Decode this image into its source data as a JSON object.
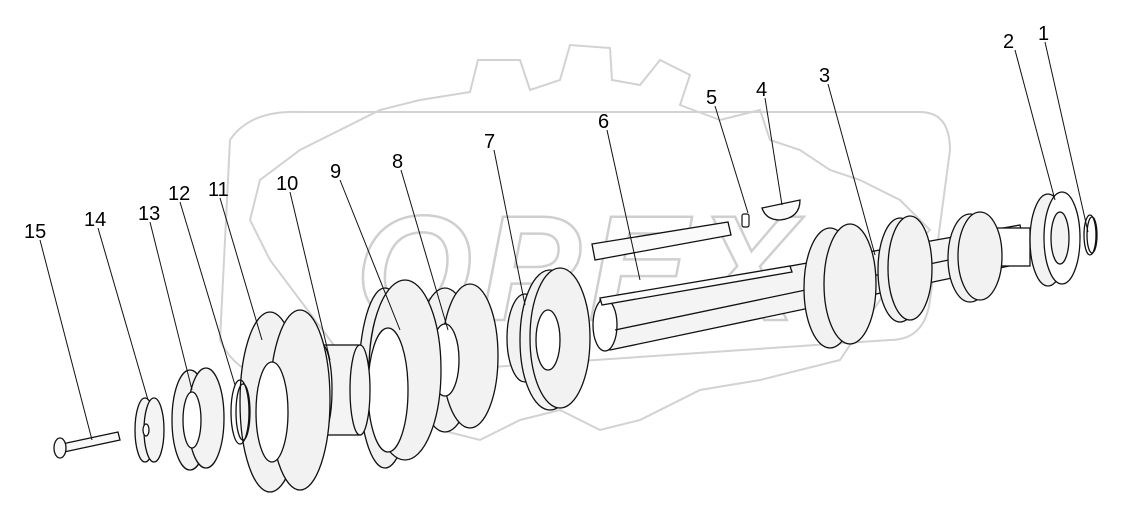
{
  "diagram": {
    "watermark": "OPEX",
    "corner_mark": "",
    "part_labels": [
      {
        "id": "1",
        "text": "1"
      },
      {
        "id": "2",
        "text": "2"
      },
      {
        "id": "3",
        "text": "3"
      },
      {
        "id": "4",
        "text": "4"
      },
      {
        "id": "5",
        "text": "5"
      },
      {
        "id": "6",
        "text": "6"
      },
      {
        "id": "7",
        "text": "7"
      },
      {
        "id": "8",
        "text": "8"
      },
      {
        "id": "9",
        "text": "9"
      },
      {
        "id": "10",
        "text": "10"
      },
      {
        "id": "11",
        "text": "11"
      },
      {
        "id": "12",
        "text": "12"
      },
      {
        "id": "13",
        "text": "13"
      },
      {
        "id": "14",
        "text": "14"
      },
      {
        "id": "15",
        "text": "15"
      }
    ]
  }
}
